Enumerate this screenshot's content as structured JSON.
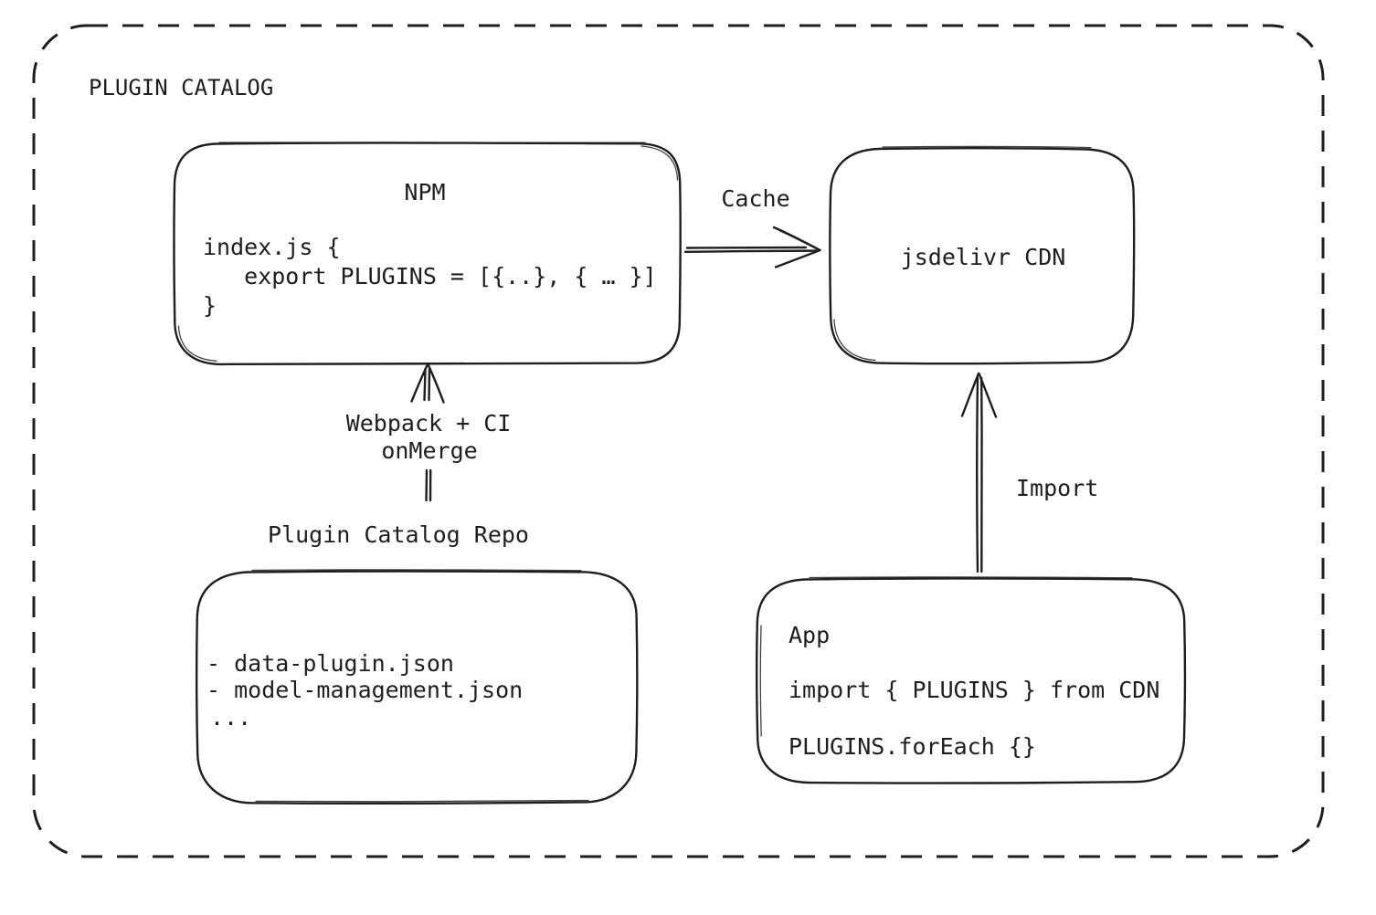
{
  "colors": {
    "stroke": "#1e1e1e",
    "background": "#ffffff"
  },
  "frame": {
    "title": "PLUGIN CATALOG"
  },
  "npm_box": {
    "title": "NPM",
    "code_lines": [
      "index.js {",
      "   export PLUGINS = [{..}, { … }]",
      "}"
    ]
  },
  "cache_arrow": {
    "label": "Cache"
  },
  "cdn_box": {
    "label": "jsdelivr CDN"
  },
  "webpack_arrow": {
    "label_line_1": "Webpack + CI",
    "label_line_2": "onMerge"
  },
  "repo_box": {
    "title": "Plugin Catalog Repo",
    "items": [
      "- data-plugin.json",
      "- model-management.json",
      "..."
    ]
  },
  "import_arrow": {
    "label": "Import"
  },
  "app_box": {
    "title": "App",
    "code_lines": [
      "import { PLUGINS } from CDN",
      "PLUGINS.forEach {}"
    ]
  }
}
